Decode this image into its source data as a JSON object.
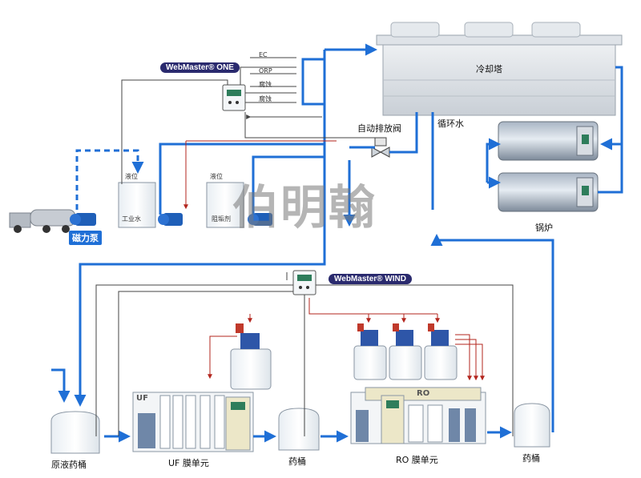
{
  "controllers": {
    "one": "WebMaster® ONE",
    "wind": "WebMaster® WIND"
  },
  "sensor_lines": {
    "ec": "EC",
    "orp": "ORP",
    "corrosion1": "腐蚀",
    "corrosion2": "腐蚀"
  },
  "equipment": {
    "cooling_tower": "冷却塔",
    "valve": "自动排放阀",
    "circulating_water": "循环水",
    "boiler": "锅炉",
    "industrial_water": "工业水",
    "industrial_water_level": "液位",
    "scale_inhibitor": "阻垢剂",
    "scale_inhibitor_level": "液位",
    "magnetic_pump": "磁力泵",
    "raw_tank": "原液药桶",
    "uf_unit": "UF 膜单元",
    "uf_tag": "UF",
    "tank_mid": "药桶",
    "ro_unit": "RO 膜单元",
    "ro_tag": "RO",
    "tank_right": "药桶"
  },
  "watermark": "伯明翰",
  "colors": {
    "water_line": "#1f6fd6",
    "signal_line": "#444444",
    "dosing_line": "#b3261e",
    "badge": "#2a2a6e"
  }
}
